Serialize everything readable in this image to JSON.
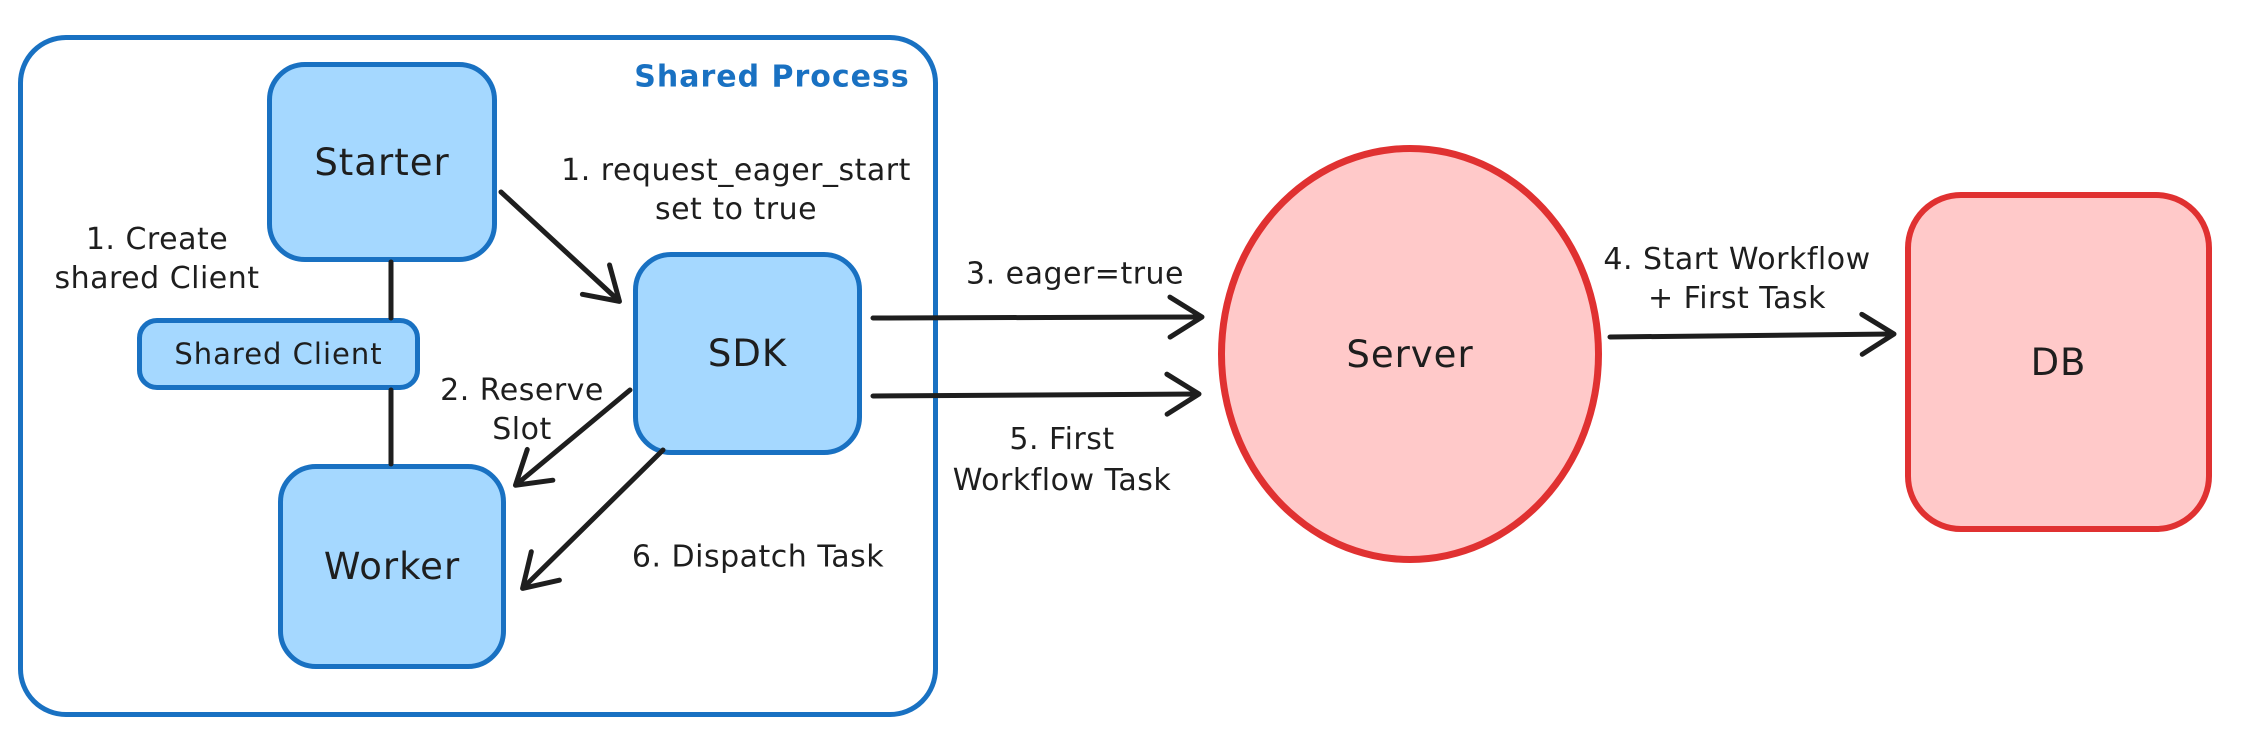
{
  "diagram": {
    "type": "hand-drawn architecture sketch (excalidraw style)",
    "container_label": "Shared Process",
    "nodes": {
      "starter": "Starter",
      "shared_client": "Shared Client",
      "worker": "Worker",
      "sdk": "SDK",
      "server": "Server",
      "db": "DB"
    },
    "annotations": {
      "create_client_l1": "1. Create",
      "create_client_l2": "shared Client",
      "eager_start_l1": "1. request_eager_start",
      "eager_start_l2": "set to true",
      "reserve_l1": "2. Reserve",
      "reserve_l2": "Slot",
      "dispatch": "6. Dispatch Task",
      "eager_true": "3. eager=true",
      "first_wft_l1": "5. First",
      "first_wft_l2": "Workflow Task",
      "start_wf_l1": "4. Start Workflow",
      "start_wf_l2": "+ First Task"
    },
    "edges": [
      {
        "from": "Starter",
        "to": "Shared Client",
        "style": "plain-line"
      },
      {
        "from": "Shared Client",
        "to": "Worker",
        "style": "plain-line"
      },
      {
        "from": "Starter",
        "to": "SDK",
        "label": "1. request_eager_start set to true"
      },
      {
        "from": "SDK",
        "to": "Worker",
        "label": "2. Reserve Slot"
      },
      {
        "from": "SDK",
        "to": "Server",
        "label": "3. eager=true"
      },
      {
        "from": "Server",
        "to": "DB",
        "label": "4. Start Workflow + First Task"
      },
      {
        "from": "SDK",
        "to": "Server",
        "label": "5. First Workflow Task"
      },
      {
        "from": "SDK",
        "to": "Worker",
        "label": "6. Dispatch Task"
      }
    ],
    "colors": {
      "blue_stroke": "#1971c2",
      "blue_fill": "#a5d8ff",
      "red_stroke": "#e03131",
      "red_fill": "#ffc9c9",
      "ink": "#1e1e1e",
      "background": "#ffffff"
    }
  }
}
